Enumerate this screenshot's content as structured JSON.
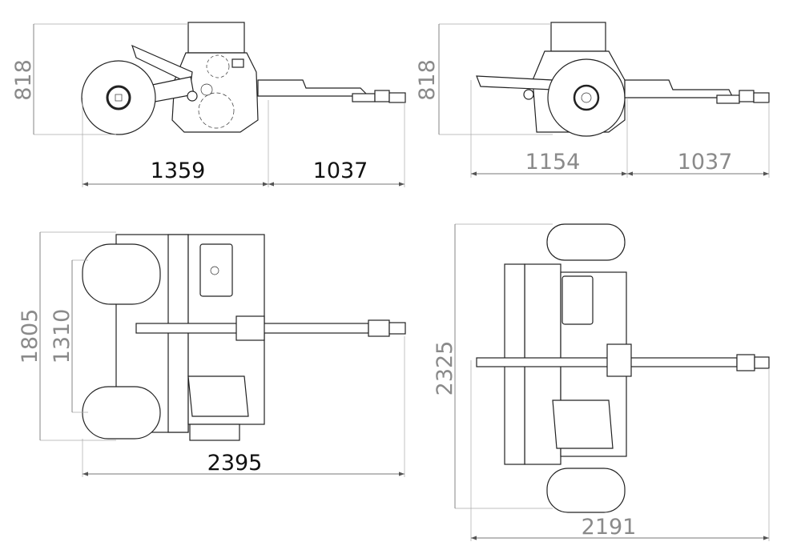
{
  "views": {
    "side_left": {
      "height": "818",
      "rear_length": "1359",
      "drawbar_length": "1037"
    },
    "side_right": {
      "height": "818",
      "rear_length": "1154",
      "drawbar_length": "1037"
    },
    "top_transport": {
      "overall_width": "1805",
      "wheel_track": "1310",
      "overall_length": "2395"
    },
    "top_work": {
      "overall_width": "2325",
      "overall_length": "2191"
    }
  },
  "colors": {
    "dimension_text_primary": "#111111",
    "dimension_text_secondary": "#8a8a8a",
    "line": "#222222"
  }
}
